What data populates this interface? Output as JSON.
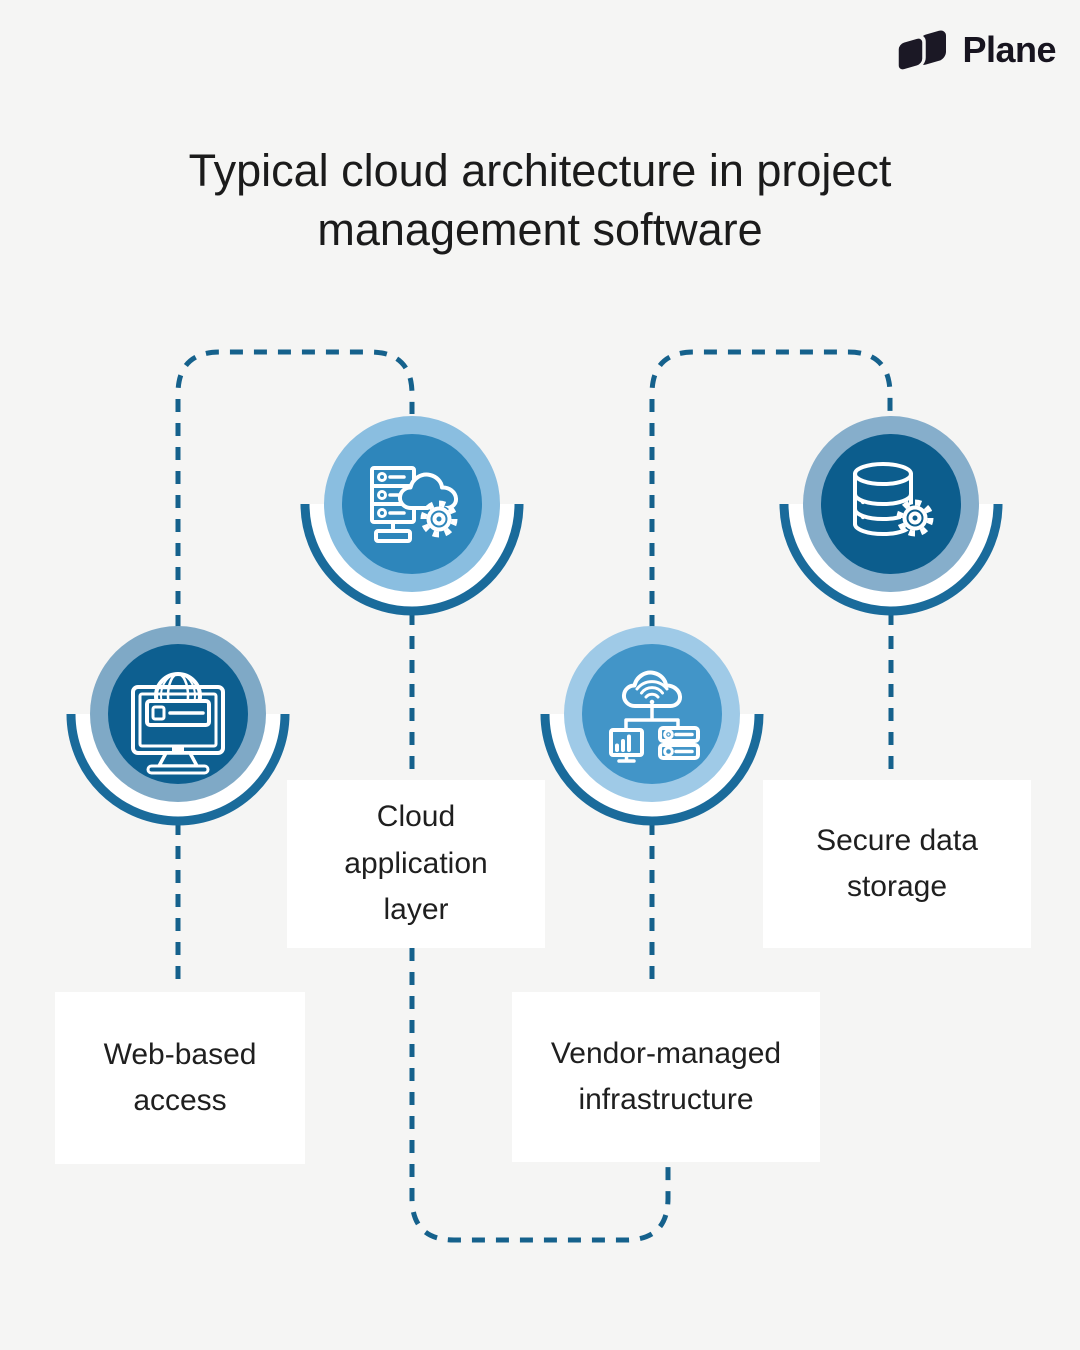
{
  "brand": {
    "name": "Plane"
  },
  "title": "Typical cloud architecture in project management software",
  "nodes": [
    {
      "id": "cloud-application-layer",
      "label": "Cloud application layer",
      "ring": "#8ABEE0",
      "fill": "#2E86BB"
    },
    {
      "id": "web-based-access",
      "label": "Web-based access",
      "ring": "#7FA9C6",
      "fill": "#0D5F90"
    },
    {
      "id": "vendor-managed-infrastructure",
      "label": "Vendor-managed infrastructure",
      "ring": "#9FCAE7",
      "fill": "#4295C8"
    },
    {
      "id": "secure-data-storage",
      "label": "Secure data storage",
      "ring": "#86AECB",
      "fill": "#0C5D8D"
    }
  ],
  "colors": {
    "background": "#F5F5F4",
    "card": "#FFFFFF",
    "dash": "#15618C",
    "arc": "#1A6B9B",
    "icon_stroke": "#FFFFFF",
    "title_text": "#1B1B1B",
    "label_text": "#1F1F1F",
    "logo_text": "#17141F",
    "logo_mark": "#1B1825"
  }
}
